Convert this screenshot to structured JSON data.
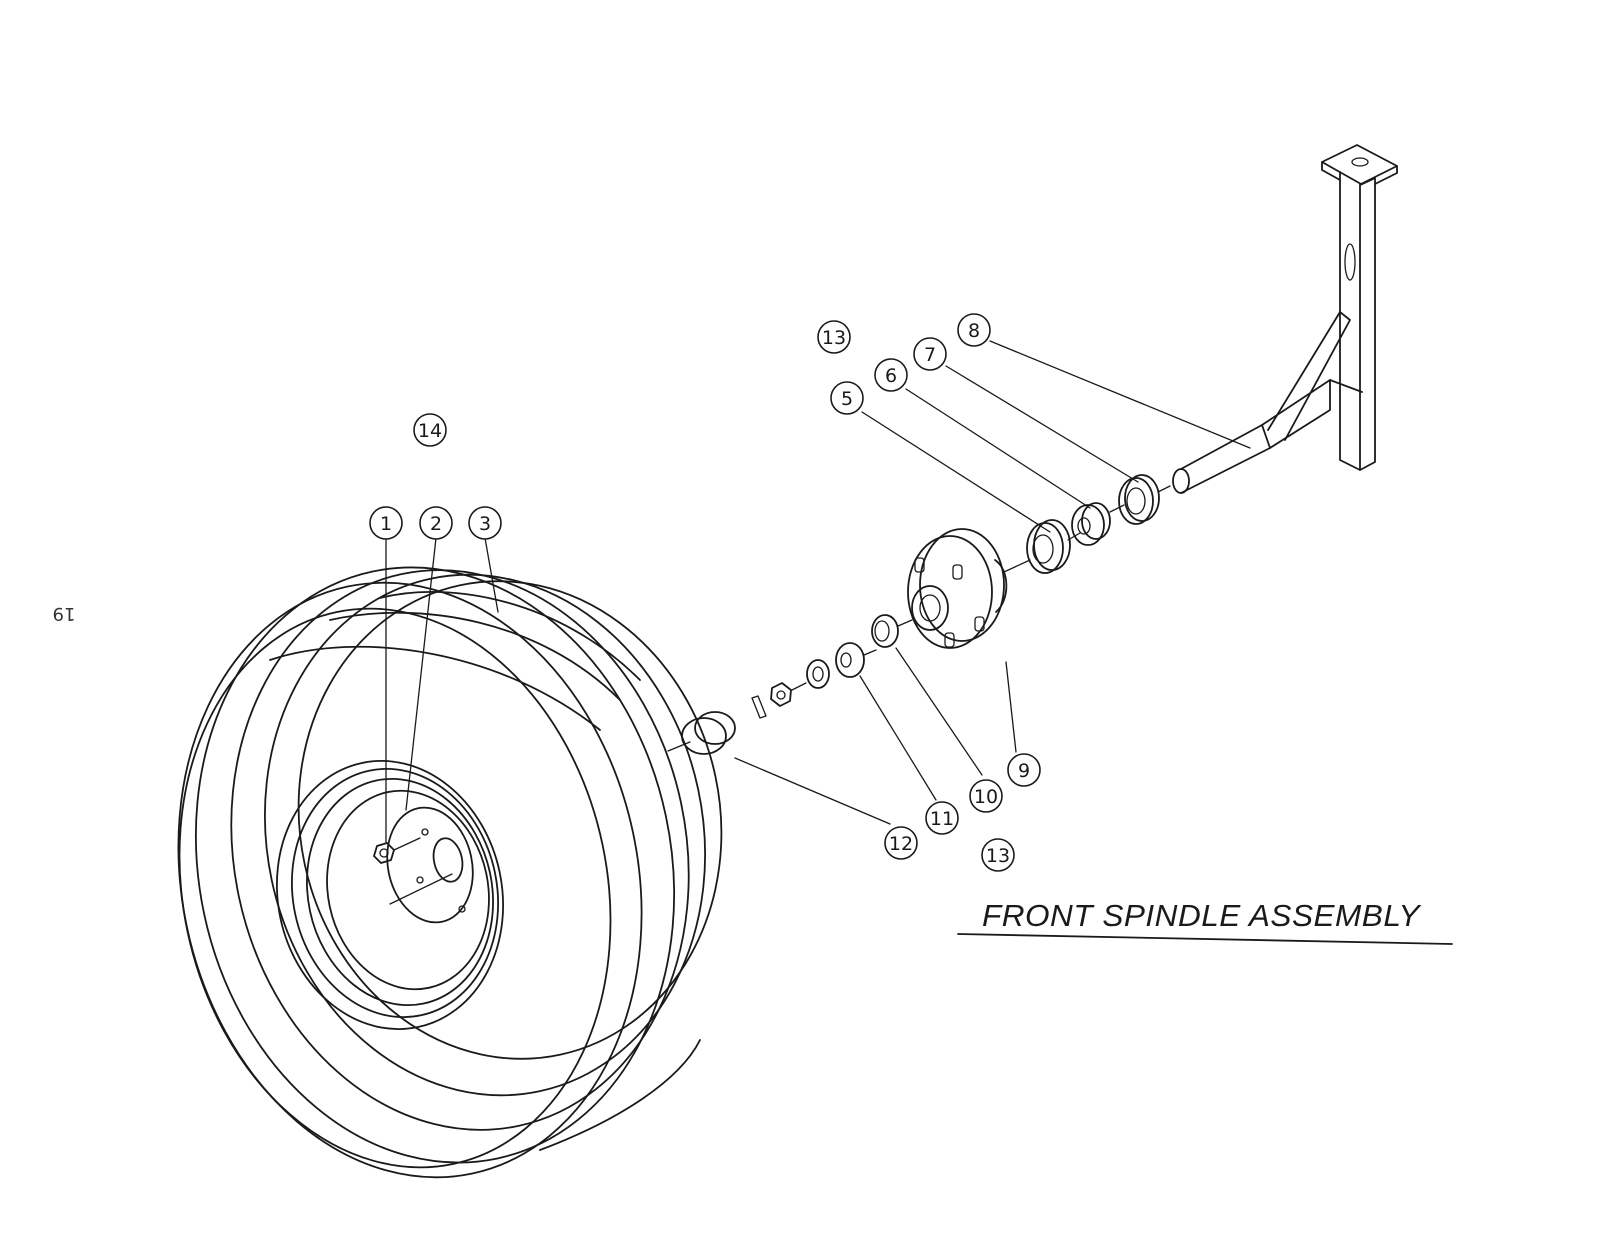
{
  "page": {
    "number": "19"
  },
  "title": "FRONT SPINDLE ASSEMBLY",
  "callouts": [
    {
      "label": "1"
    },
    {
      "label": "2"
    },
    {
      "label": "3"
    },
    {
      "label": "5"
    },
    {
      "label": "6"
    },
    {
      "label": "7"
    },
    {
      "label": "8"
    },
    {
      "label": "9"
    },
    {
      "label": "10"
    },
    {
      "label": "11"
    },
    {
      "label": "12"
    },
    {
      "label": "13"
    },
    {
      "label": "13"
    },
    {
      "label": "14"
    }
  ]
}
